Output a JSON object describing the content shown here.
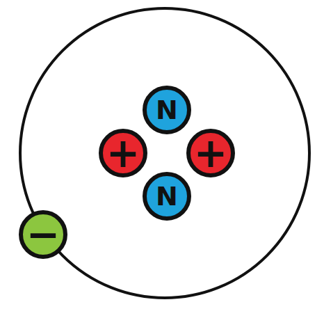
{
  "diagram": {
    "nodes": [
      {
        "text": [
          "N"
        ]
      },
      {
        "text": [
          "+"
        ]
      },
      {
        "text": [
          "+"
        ]
      },
      {
        "text": [
          "N"
        ]
      },
      {
        "text": [
          "−"
        ]
      }
    ]
  }
}
